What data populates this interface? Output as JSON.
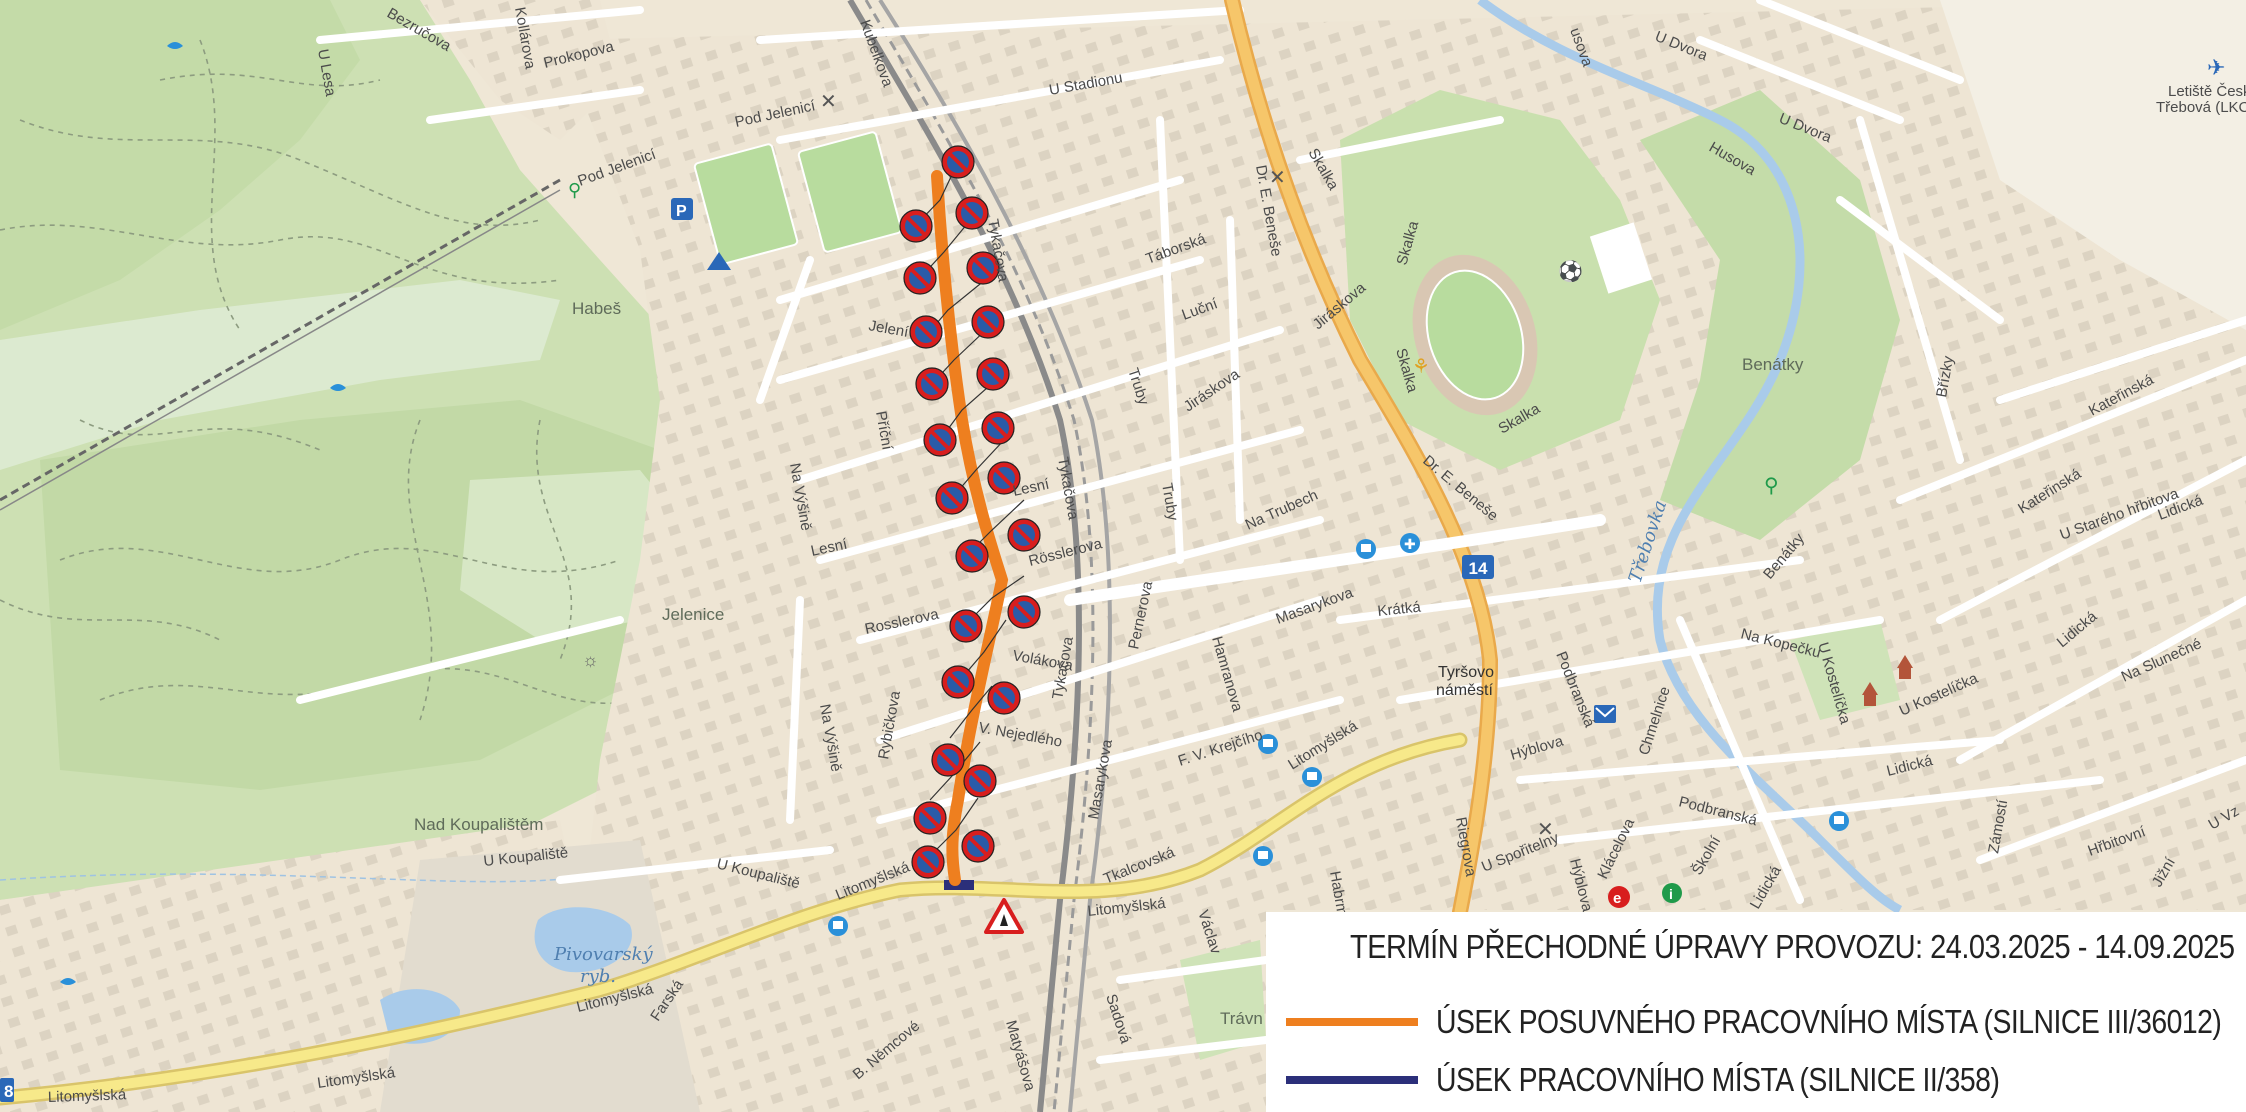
{
  "legend": {
    "title": "TERMÍN PŘECHODNÉ ÚPRAVY PROVOZU: 24.03.2025 - 14.09.2025",
    "items": [
      {
        "label": "ÚSEK POSUVNÉHO PRACOVNÍHO MÍSTA (SILNICE III/36012)",
        "color": "#ee7f1f"
      },
      {
        "label": "ÚSEK PRACOVNÍHO MÍSTA (SILNICE II/358)",
        "color": "#2b2f7a"
      }
    ]
  },
  "map": {
    "areas": {
      "habes": "Habeš",
      "jelenice": "Jelenice",
      "nad_koupalistem": "Nad Koupalištěm",
      "benatky": "Benátky",
      "tyrsovo_1": "Tyršovo",
      "tyrsovo_2": "náměstí",
      "airport_1": "Letiště Česk",
      "airport_2": "Třebová (LKCT",
      "travn": "Trávn"
    },
    "water": {
      "pond_1": "Pivovarský",
      "pond_2": "ryb.",
      "river": "Třebovka"
    },
    "route_shield": "14",
    "route_shield_2": "8",
    "streets": {
      "bezrucova": "Bezručova",
      "kollarova": "Kollárova",
      "prokopova": "Prokopova",
      "u_lesa": "U Lesa",
      "kubelkova": "Kubelkova",
      "pod_jelenici_1": "Pod Jelenicí",
      "pod_jelenici_2": "Pod Jelenicí",
      "u_stadionu": "U Stadionu",
      "tykacova_1": "Tykačova",
      "tykacova_2": "Tykačova",
      "tykacova_3": "Tykačova",
      "jelenci": "Jelení",
      "pricni": "Příční",
      "na_vysine_1": "Na Výšině",
      "na_vysine_2": "Na Výšině",
      "lesni_1": "Lesní",
      "lesni_2": "Lesní",
      "rosslerova_1": "Rosslerova",
      "rosslerova_2": "Rösslerova",
      "volakova": "Volákova",
      "rybickova": "Rybičkova",
      "nejedleho": "V. Nejedlého",
      "u_koupaliste_1": "U Koupaliště",
      "u_koupaliste_2": "U Koupaliště",
      "litomysl_1": "Litomyšlská",
      "litomysl_2": "Litomyšlská",
      "litomysl_3": "Litomyšlská",
      "litomysl_4": "Litomyšlská",
      "litomysl_5": "Litomyšlská",
      "litomysl_6": "Litomyšlská",
      "farska": "Farská",
      "b_nemcove": "B. Němcové",
      "matyasova": "Matyášova",
      "masarykova_1": "Masarykova",
      "masarykova_2": "Masarykova",
      "pernerova": "Pernerova",
      "trubu_1": "Truby",
      "trubu_2": "Truby",
      "taborska": "Táborská",
      "lucni": "Luční",
      "jiraskova_1": "Jiráskova",
      "jiraskova_2": "Jiráskova",
      "na_trubech": "Na Trubech",
      "hamranova": "Hamranova",
      "fv_krejciho": "F. V. Krejčího",
      "tkalcovska": "Tkalcovská",
      "sadova": "Sadová",
      "habrma": "Habrma",
      "vaclav": "Václav",
      "dr_benese_1": "Dr. E. Beneše",
      "dr_benese_2": "Dr. E. Beneše",
      "skalka_1": "Skalka",
      "skalka_2": "Skalka",
      "skalka_3": "Skalka",
      "skalka_4": "Skalka",
      "kratka": "Krátká",
      "podbranska_1": "Podbranská",
      "podbranska_2": "Podbranská",
      "hyblova_1": "Hýblova",
      "hyblova_2": "Hýblova",
      "riegrova": "Riegrova",
      "u_sporitelny": "U Spořitelny",
      "klacelova": "Klácelova",
      "skolni": "Školní",
      "lidicka_1": "Lidická",
      "lidicka_2": "Lidická",
      "lidicka_3": "Lidická",
      "lidicka_4": "Lidická",
      "chmelnice": "Chmelnice",
      "u_kostelicka_1": "U Kostelíčka",
      "u_kostelicka_2": "U Kostelíčka",
      "na_kopecku": "Na Kopečku",
      "benatky_st": "Benátky",
      "brizky": "Břízky",
      "katerinska_1": "Kateřinská",
      "katerinska_2": "Kateřinská",
      "u_stareho": "U Starého hřbitova",
      "na_slunecne": "Na Slunečné",
      "zamosti": "Zámostí",
      "hrbitovni": "Hřbitovní",
      "jizni": "Jižní",
      "u_vz": "U Vz",
      "u_dvora_1": "U Dvora",
      "u_dvora_2": "U Dvora",
      "husova": "Husova",
      "uzsova": "usova"
    }
  }
}
